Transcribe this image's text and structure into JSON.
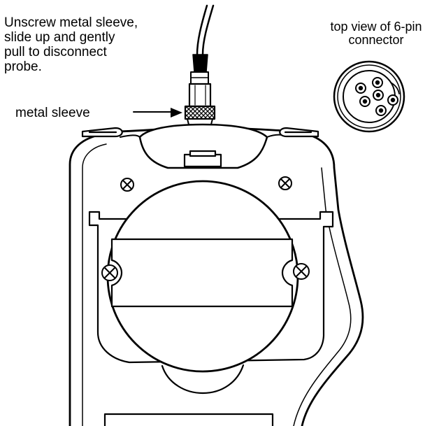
{
  "instruction_lines": [
    "Unscrew metal sleeve,",
    "slide up and gently",
    "pull to disconnect",
    "probe."
  ],
  "sleeve_label": "metal sleeve",
  "connector_caption_lines": [
    "top view of 6-pin",
    "connector"
  ],
  "colors": {
    "ink": "#000000",
    "background": "#ffffff"
  }
}
